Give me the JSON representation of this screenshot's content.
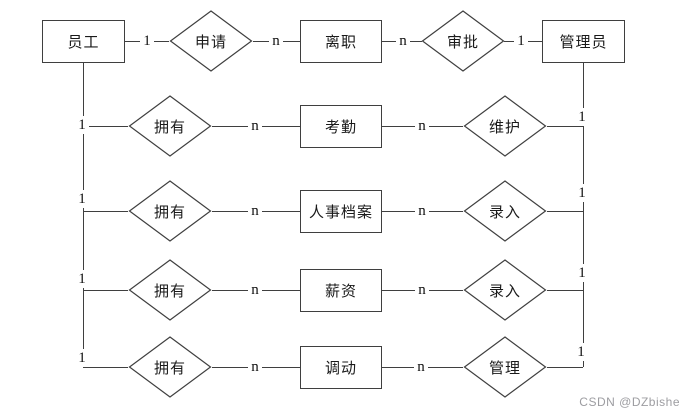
{
  "watermark": "CSDN @DZbishe",
  "colors": {
    "line": "#3f3f3f",
    "text": "#1a1a1a",
    "watermark": "#9d9da1",
    "background": "#ffffff"
  },
  "er": {
    "left_entity": "员工",
    "right_entity": "管理员",
    "rows": [
      {
        "left_card": "1",
        "left_rel": "申请",
        "mid_left_card": "n",
        "entity": "离职",
        "mid_right_card": "n",
        "right_rel": "审批",
        "right_card": "1"
      },
      {
        "left_card": "1",
        "left_rel": "拥有",
        "mid_left_card": "n",
        "entity": "考勤",
        "mid_right_card": "n",
        "right_rel": "维护",
        "right_card": "1"
      },
      {
        "left_card": "1",
        "left_rel": "拥有",
        "mid_left_card": "n",
        "entity": "人事档案",
        "mid_right_card": "n",
        "right_rel": "录入",
        "right_card": "1"
      },
      {
        "left_card": "1",
        "left_rel": "拥有",
        "mid_left_card": "n",
        "entity": "薪资",
        "mid_right_card": "n",
        "right_rel": "录入",
        "right_card": "1"
      },
      {
        "left_card": "1",
        "left_rel": "拥有",
        "mid_left_card": "n",
        "entity": "调动",
        "mid_right_card": "n",
        "right_rel": "管理",
        "right_card": "1"
      }
    ]
  }
}
